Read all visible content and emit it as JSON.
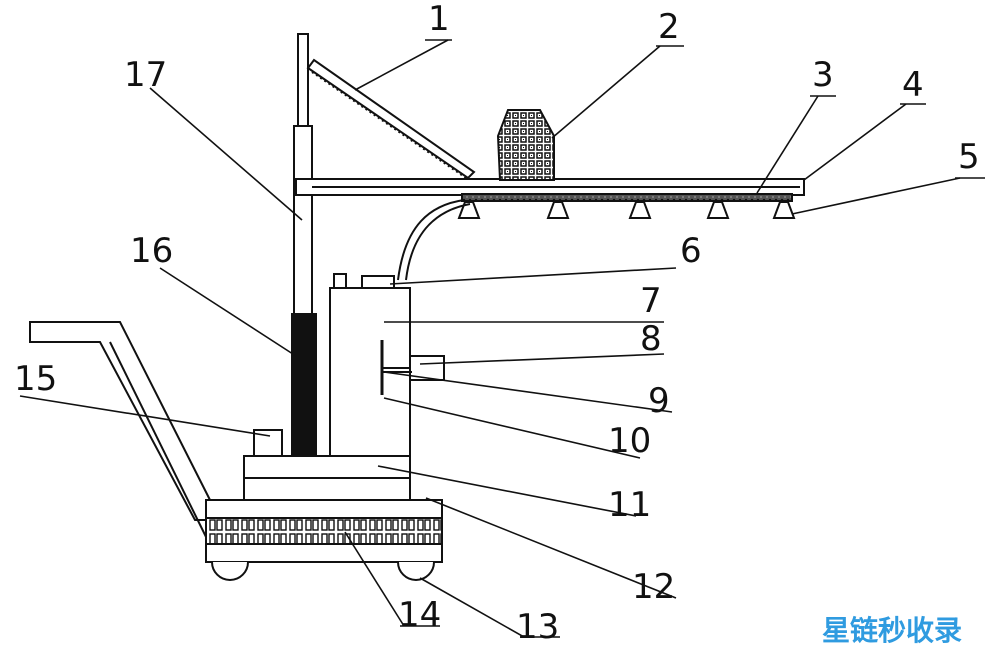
{
  "labels": {
    "l1": "1",
    "l2": "2",
    "l3": "3",
    "l4": "4",
    "l5": "5",
    "l6": "6",
    "l7": "7",
    "l8": "8",
    "l9": "9",
    "l10": "10",
    "l11": "11",
    "l12": "12",
    "l13": "13",
    "l14": "14",
    "l15": "15",
    "l16": "16",
    "l17": "17"
  },
  "watermark": "星链秒收录",
  "colors": {
    "line": "#111111",
    "background": "#ffffff",
    "watermark": "#2f9be0"
  }
}
